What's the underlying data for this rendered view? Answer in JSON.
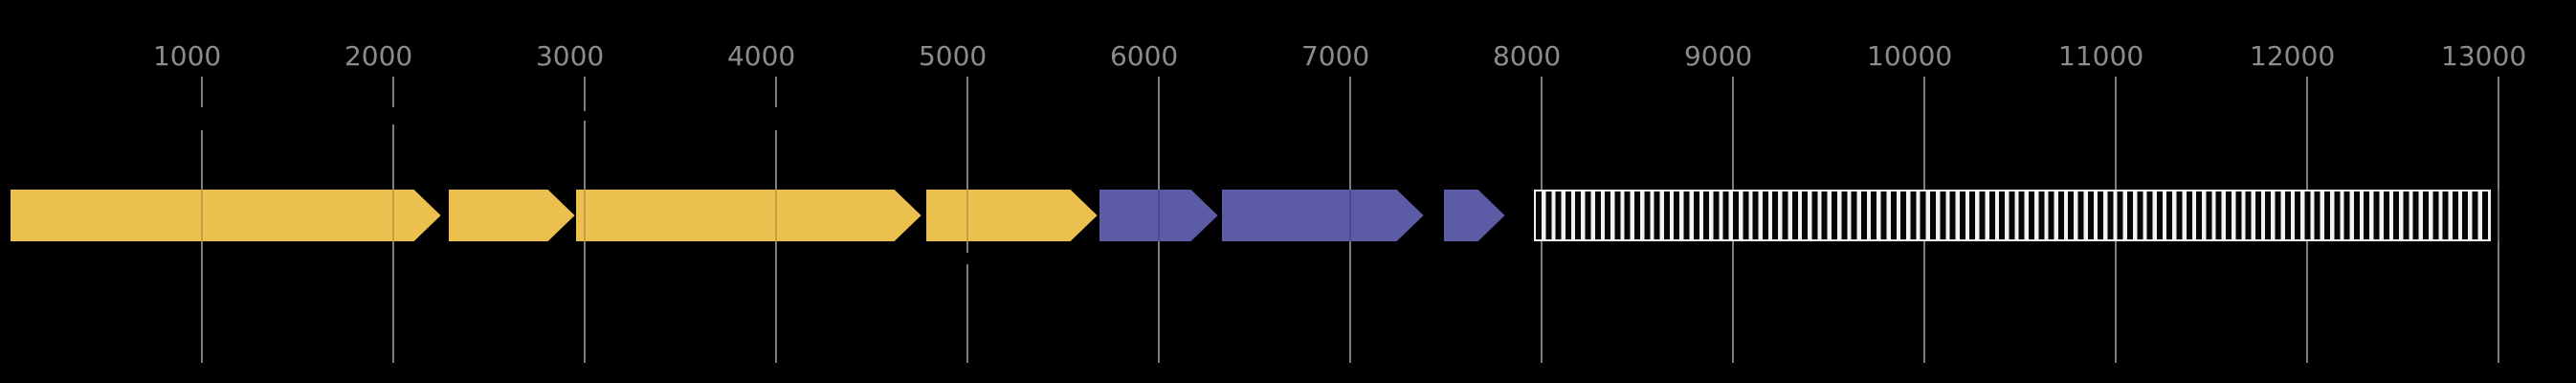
{
  "chart_data": {
    "type": "gene-map",
    "title": "",
    "background": "#000000",
    "x_axis": {
      "ticks": [
        1000,
        2000,
        3000,
        4000,
        5000,
        6000,
        7000,
        8000,
        9000,
        10000,
        11000,
        12000,
        13000
      ],
      "tick_labels": [
        "1000",
        "2000",
        "3000",
        "4000",
        "5000",
        "6000",
        "7000",
        "8000",
        "9000",
        "10000",
        "11000",
        "12000",
        "13000"
      ],
      "range": [
        0,
        13400
      ],
      "grid": true,
      "grid_color": "#7c7c7c",
      "tick_label_color": "#8c8c8c"
    },
    "features": [
      {
        "id": "feature-1",
        "shape": "arrow",
        "direction": "right",
        "start": 0,
        "end": 2250,
        "fill": "#ecc04f"
      },
      {
        "id": "feature-2",
        "shape": "arrow",
        "direction": "right",
        "start": 2290,
        "end": 2950,
        "fill": "#ecc04f"
      },
      {
        "id": "feature-3",
        "shape": "arrow",
        "direction": "right",
        "start": 2955,
        "end": 4760,
        "fill": "#ecc04f"
      },
      {
        "id": "feature-4",
        "shape": "arrow",
        "direction": "right",
        "start": 4785,
        "end": 5680,
        "fill": "#ecc04f"
      },
      {
        "id": "feature-5",
        "shape": "arrow",
        "direction": "right",
        "start": 5690,
        "end": 6310,
        "fill": "#5c5ba6"
      },
      {
        "id": "feature-6",
        "shape": "arrow",
        "direction": "right",
        "start": 6330,
        "end": 7385,
        "fill": "#5c5ba6"
      },
      {
        "id": "feature-7",
        "shape": "arrow",
        "direction": "right",
        "start": 7490,
        "end": 7810,
        "fill": "#5c5ba6"
      },
      {
        "id": "feature-8",
        "shape": "hatched-box",
        "direction": "none",
        "start": 7960,
        "end": 12960,
        "fill": "#f2f2f2",
        "stripe_color": "#060606",
        "border_color": "#f0f0f0"
      }
    ],
    "legend": null,
    "layout_hints": {
      "grid_on": true,
      "band_row": "single horizontal track centered vertically",
      "hatch_pattern": "vertical-stripes"
    }
  }
}
